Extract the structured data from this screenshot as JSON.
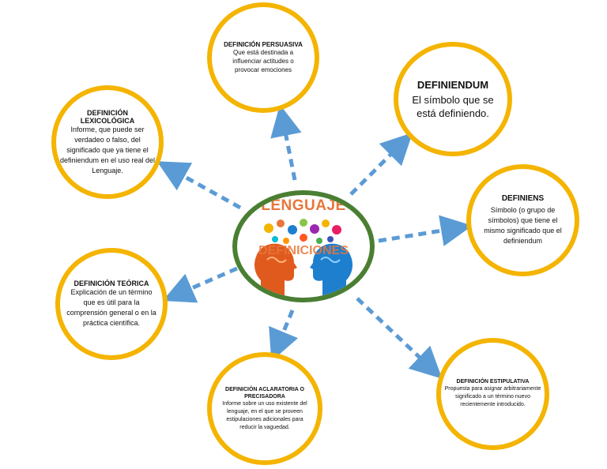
{
  "center": {
    "title": "LENGUAJE",
    "subtitle": "DEFINICIONES"
  },
  "nodes": {
    "persuasiva": {
      "title": "DEFINICIÓN PERSUASIVA",
      "text": "Que está destinada a influenciar actitudes o provocar emociones"
    },
    "definiendum": {
      "title": "DEFINIENDUM",
      "text": "El símbolo que se está definiendo."
    },
    "lexicografica": {
      "title": "DEFINICIÓN LEXICOLÓGICA",
      "text": "Informe, que puede ser verdadeo o falso, del significado que ya tiene el definiendum en el uso real del Lenguaje."
    },
    "definiens": {
      "title": "DEFINIENS",
      "text": "Símbolo (o grupo de símbolos) que tiene el mismo significado que el definiendum"
    },
    "teorica": {
      "title": "DEFINICIÓN TEÓRICA",
      "text": "Explicación de un término que es útil para la comprensión general o en la práctica científica."
    },
    "aclaratoria": {
      "title": "DEFINICIÓN ACLARATORIA O PRECISADORA",
      "text": "Informe sobre un uso existente del lenguaje, en el que se proveen estipulaciones adicionales para reducir la vaguedad."
    },
    "estipulativa": {
      "title": "DEFINICIÓN ESTIPULATIVA",
      "text": "Propuesta para asignar arbitrariamente significado a un término nuevo recientemente introducido."
    }
  },
  "colors": {
    "node_border": "#f4b400",
    "center_border": "#4a7f33",
    "arrow": "#5b9bd5",
    "title_orange": "#e8773a",
    "head_left": "#e05a1e",
    "head_right": "#1f7fcf"
  },
  "icons": {
    "arrows": "dashed-arrow",
    "heads": "two-facing-heads-icon"
  }
}
